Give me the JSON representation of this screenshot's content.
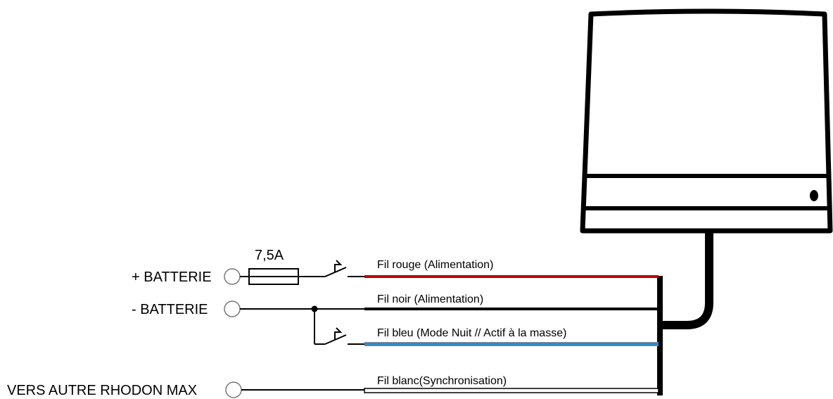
{
  "terminals": {
    "battery_plus": "+ BATTERIE",
    "battery_minus": "- BATTERIE",
    "sync_out": "VERS AUTRE RHODON MAX"
  },
  "fuse": {
    "rating": "7,5A"
  },
  "wires": {
    "red": {
      "label": "Fil rouge (Alimentation)",
      "color": "#c00000"
    },
    "black": {
      "label": "Fil noir (Alimentation)",
      "color": "#000000"
    },
    "blue": {
      "label": "Fil bleu (Mode Nuit // Actif à la masse)",
      "color": "#2e8bc9"
    },
    "white": {
      "label": "Fil blanc(Synchronisation)",
      "color": "#ffffff"
    }
  }
}
